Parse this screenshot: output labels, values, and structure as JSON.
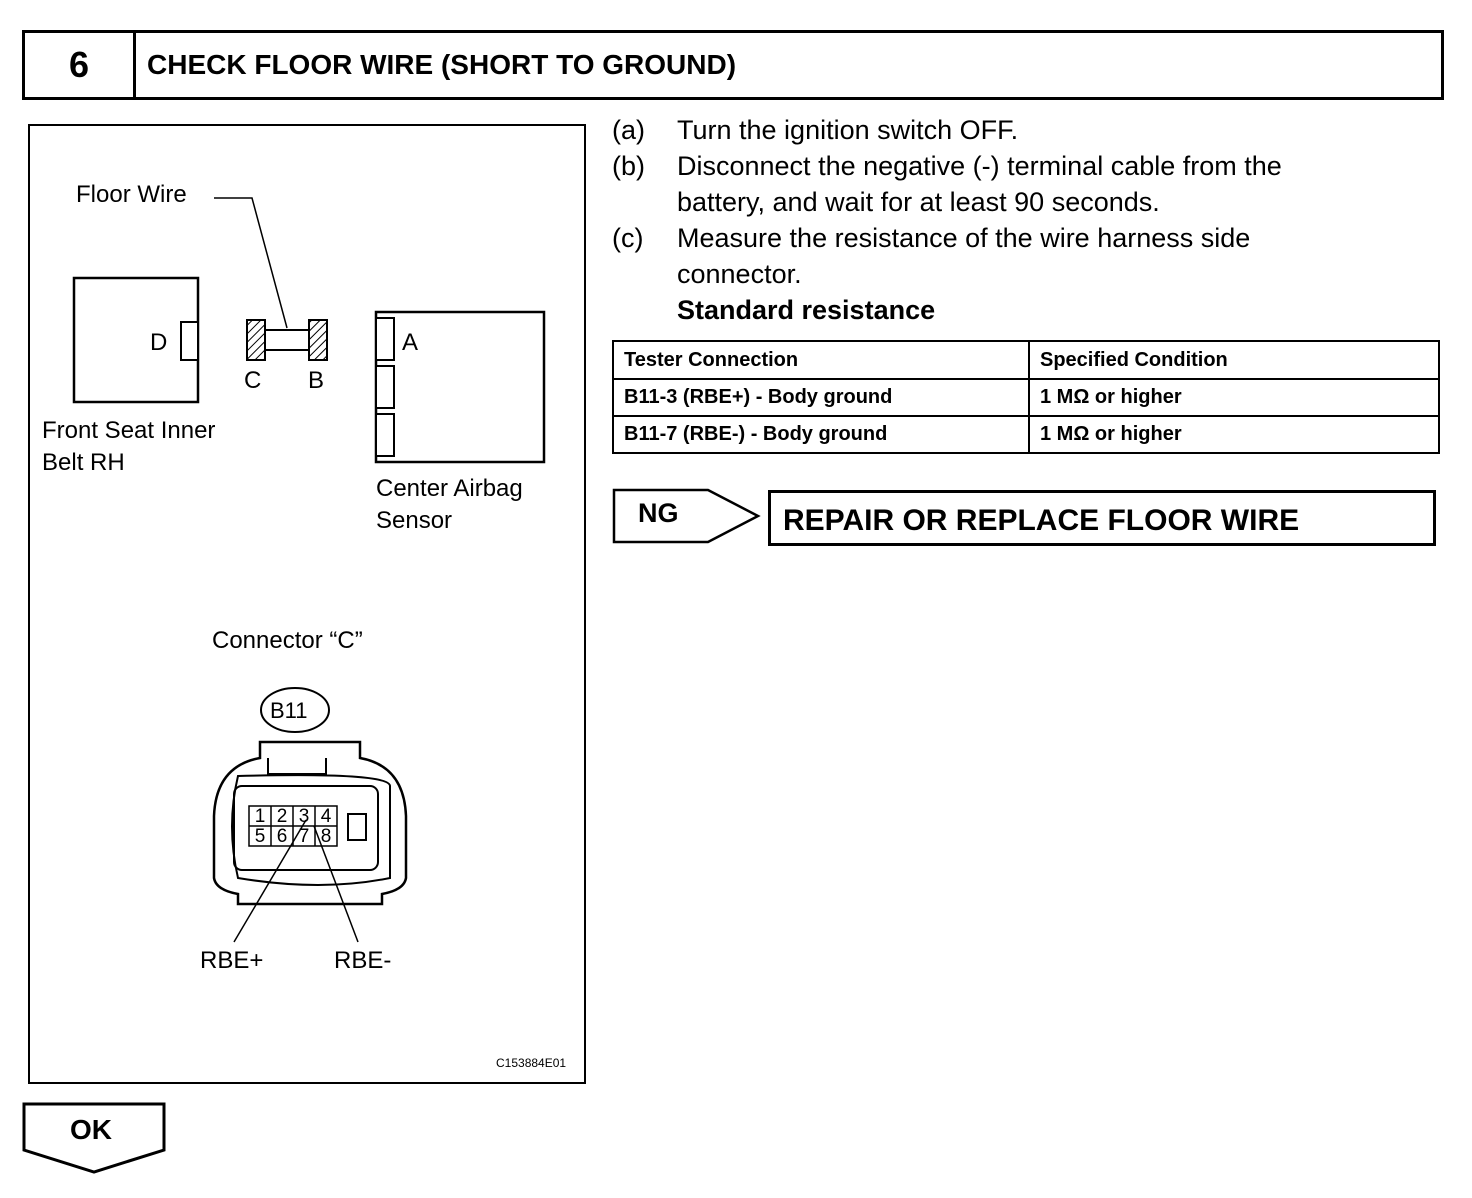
{
  "header": {
    "step_number": "6",
    "title": "CHECK FLOOR WIRE (SHORT TO GROUND)"
  },
  "figure": {
    "floor_wire_label": "Floor Wire",
    "front_seat_line1": "Front Seat Inner",
    "front_seat_line2": "Belt RH",
    "center_airbag_line1": "Center Airbag",
    "center_airbag_line2": "Sensor",
    "connector_d": "D",
    "connector_c": "C",
    "connector_b": "B",
    "connector_a": "A",
    "connector_title": "Connector “C”",
    "connector_code": "B11",
    "pins_top": [
      "1",
      "2",
      "3",
      "4"
    ],
    "pins_bottom": [
      "5",
      "6",
      "7",
      "8"
    ],
    "rbe_plus": "RBE+",
    "rbe_minus": "RBE-",
    "figure_code": "C153884E01"
  },
  "steps": [
    {
      "letter": "(a)",
      "text": "Turn the ignition switch OFF."
    },
    {
      "letter": "(b)",
      "text": "Disconnect the negative (-) terminal cable from the battery, and wait for at least 90 seconds."
    },
    {
      "letter": "(c)",
      "text": "Measure the resistance of the wire harness side connector."
    }
  ],
  "standard_label": "Standard resistance",
  "table": {
    "headers": [
      "Tester Connection",
      "Specified Condition"
    ],
    "rows": [
      [
        "B11-3 (RBE+) - Body ground",
        "1 MΩ or higher"
      ],
      [
        "B11-7 (RBE-) - Body ground",
        "1 MΩ or higher"
      ]
    ]
  },
  "ng": {
    "label": "NG",
    "action": "REPAIR OR REPLACE FLOOR WIRE"
  },
  "ok": {
    "label": "OK"
  }
}
